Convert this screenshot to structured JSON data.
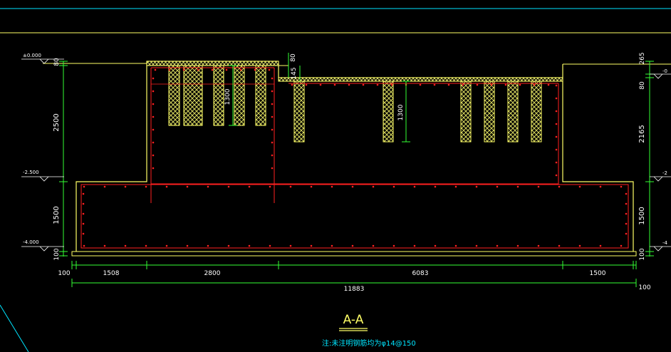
{
  "colors": {
    "background": "#000000",
    "outline": "#ffff66",
    "rebar": "#ff2020",
    "dimension": "#33ff33",
    "cyan": "#00e5ff",
    "white": "#ffffff",
    "hatch": "#d8d860"
  },
  "levels": {
    "left_top": "±0.000",
    "left_mid": "-2.500",
    "left_bottom": "-4.000",
    "right_top": "-0",
    "right_mid": "-2",
    "right_bottom": "-4"
  },
  "dims": {
    "d80_left": "80",
    "d2500": "2500",
    "d1500_left": "1500",
    "d100_left_v": "100",
    "d265": "265",
    "d80_right": "80",
    "d2165": "2165",
    "d1500_right": "1500",
    "d100_right_v": "100",
    "d100_left_h": "100",
    "d1508": "1508",
    "d2800": "2800",
    "d6083": "6083",
    "d1500_bottom": "1500",
    "d11883": "11883",
    "d100_right_h": "100",
    "d80_top": "80",
    "d145": "145",
    "d1300_left": "1300",
    "d1300_right": "1300"
  },
  "section_title": "A-A",
  "note": "注:未注明钢筋均为φ14@150"
}
